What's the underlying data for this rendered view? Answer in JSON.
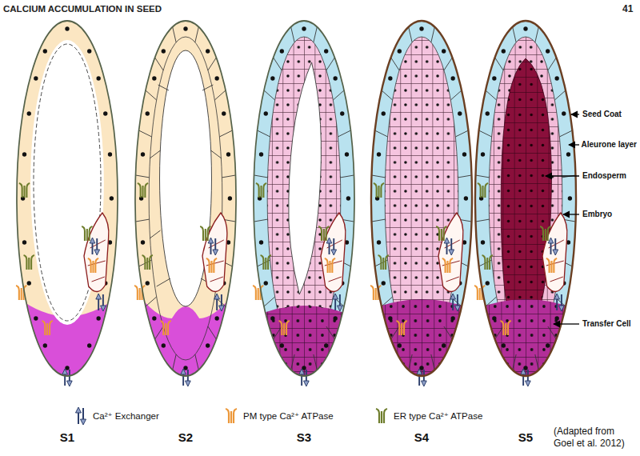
{
  "diagram": {
    "title": "CALCIUM ACCUMULATION IN SEED",
    "caption": "(Adapted from Goel et al. 2012)",
    "labels": [
      "41",
      "Seed Coat",
      "Aleurone layer",
      "Endosperm",
      "Embryo",
      "Transfer Cell",
      "S1",
      "S2",
      "S3",
      "S4",
      "S5"
    ],
    "legend": [
      {
        "text": "Ca²⁺ Exchanger"
      },
      {
        "text": "PM type Ca²⁺ ATPase"
      },
      {
        "text": "ER type Ca²⁺ ATPase"
      }
    ]
  }
}
